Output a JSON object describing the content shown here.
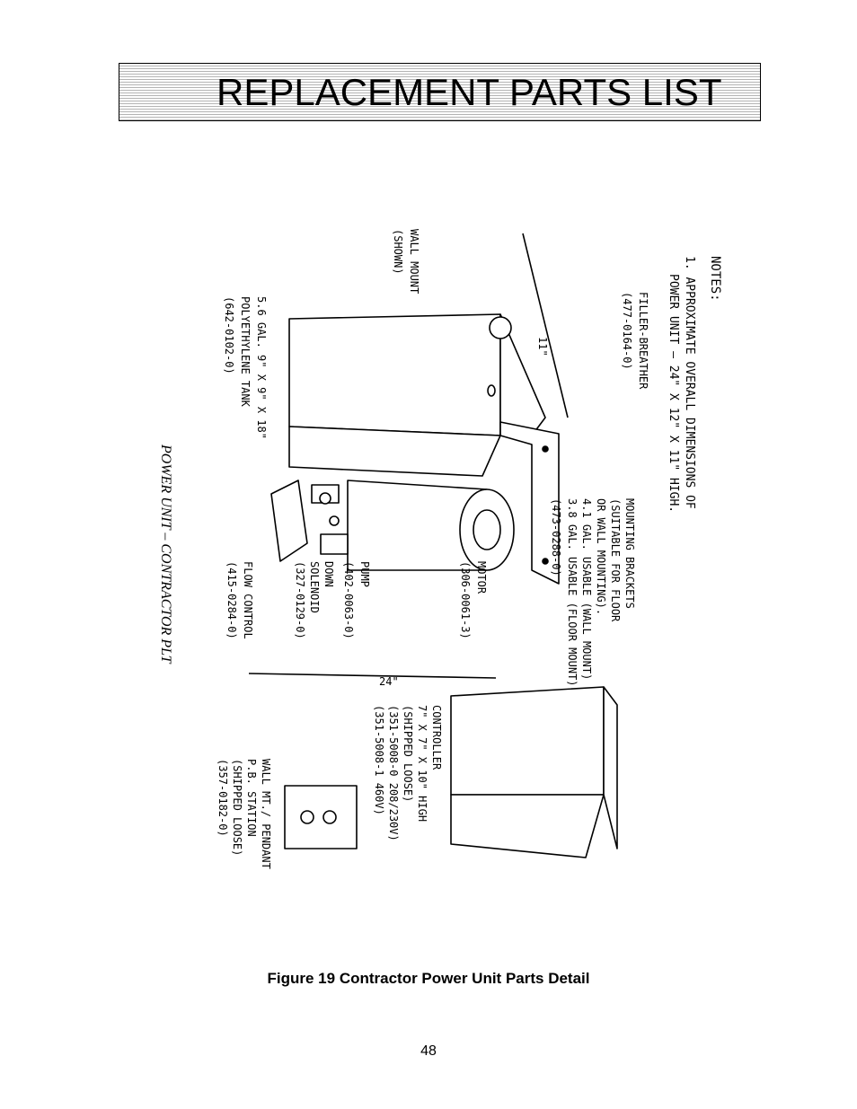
{
  "header": {
    "title": "REPLACEMENT PARTS LIST"
  },
  "figure": {
    "caption": "Figure 19  Contractor Power Unit Parts Detail",
    "drawing_title": "POWER UNIT  –  CONTRACTOR PLT",
    "notes": {
      "heading": "NOTES:",
      "line1": "1. APPROXIMATE OVERALL DIMENSIONS OF",
      "line2": "POWER UNIT – 24\" X 12\" X 11\" HIGH."
    },
    "dimensions": {
      "height": "11\"",
      "length": "24\""
    },
    "callouts": {
      "filler_breather": [
        "FILLER-BREATHER",
        "(477-0164-0)"
      ],
      "wall_mount": [
        "WALL MOUNT",
        "(SHOWN)"
      ],
      "mounting_brackets": [
        "MOUNTING BRACKETS",
        "(SUITABLE FOR FLOOR",
        "OR WALL MOUNTING).",
        "4.1 GAL. USABLE (WALL MOUNT)",
        "3.8 GAL. USABLE (FLOOR MOUNT)",
        "(473-0288-0)"
      ],
      "tank": [
        "5.6 GAL. 9\" X 9\" X 18\"",
        "POLYETHYLENE TANK",
        "(642-0102-0)"
      ],
      "motor": [
        "MOTOR",
        "(306-0061-3)"
      ],
      "pump": [
        "PUMP",
        "(402-0063-0)"
      ],
      "down_solenoid": [
        "DOWN",
        "SOLENOID",
        "(327-0129-0)"
      ],
      "flow_control": [
        "FLOW CONTROL",
        "(415-0284-0)"
      ],
      "controller": [
        "CONTROLLER",
        "7\" X 7\" X 10\" HIGH",
        "(SHIPPED LOOSE)",
        "(351-5008-0   208/230V)",
        "(351-5008-1   460V)"
      ],
      "pb_station": [
        "WALL MT./ PENDANT",
        "P.B. STATION",
        "(SHIPPED LOOSE)",
        "(357-0182-0)"
      ]
    }
  },
  "footer": {
    "page_number": "48"
  }
}
